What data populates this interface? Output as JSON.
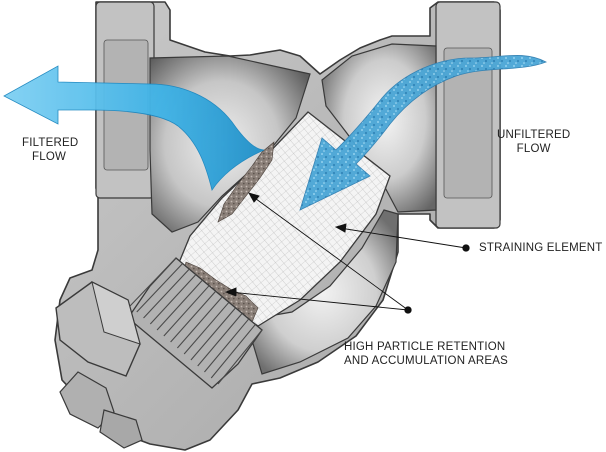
{
  "diagram": {
    "labels": {
      "filtered_line1": "FILTERED",
      "filtered_line2": "FLOW",
      "unfiltered_line1": "UNFILTERED",
      "unfiltered_line2": "FLOW",
      "straining_element": "STRAINING ELEMENT",
      "retention_line1": "HIGH PARTICLE RETENTION",
      "retention_line2": "AND ACCUMULATION AREAS"
    },
    "colors": {
      "body": "#b9b9b9",
      "body_dark": "#8e8e8e",
      "outline": "#3a3a3a",
      "cavity": "#d8d8d8",
      "flow_arrow": "#3fb4e8",
      "flow_arrow_light": "#8fd6f4",
      "unfiltered_texture": "#5aaed8",
      "screen": "#f2f2f2",
      "debris": "#8a7f78"
    }
  }
}
